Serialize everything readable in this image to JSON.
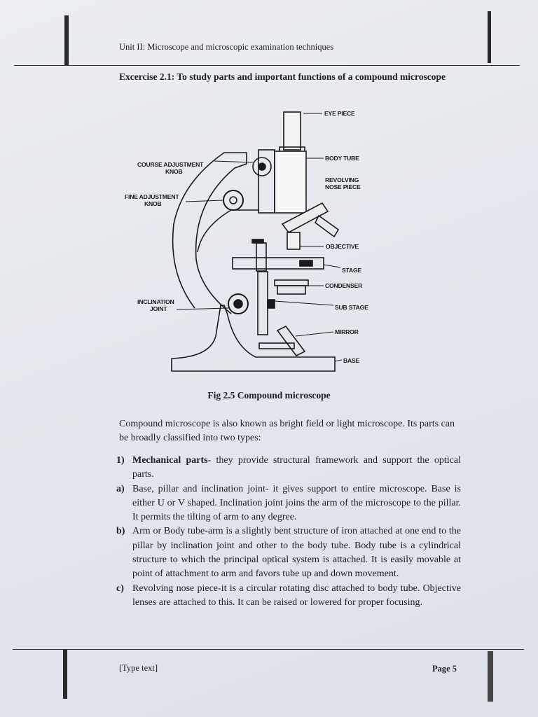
{
  "header": {
    "running_title": "Unit II: Microscope and microscopic examination techniques"
  },
  "exercise": {
    "title": "Excercise 2.1: To study parts and important functions of a compound microscope"
  },
  "figure": {
    "labels": {
      "eye_piece": "EYE PIECE",
      "body_tube": "BODY TUBE",
      "revolving_line1": "REVOLVING",
      "revolving_line2": "NOSE PIECE",
      "objective": "OBJECTIVE",
      "stage": "STAGE",
      "condenser": "CONDENSER",
      "sub_stage": "SUB STAGE",
      "mirror": "MIRROR",
      "base": "BASE",
      "coarse_line1": "COURSE ADJUSTMENT",
      "coarse_line2": "KNOB",
      "fine_line1": "FINE ADJUSTMENT",
      "fine_line2": "KNOB",
      "inclination_line1": "INCLINATION",
      "inclination_line2": "JOINT"
    },
    "caption": "Fig 2.5 Compound microscope"
  },
  "intro": "Compound microscope is also known as bright field or light microscope. Its parts can be broadly classified into two types:",
  "list": [
    {
      "marker": "1)",
      "lead": "Mechanical parts",
      "text": "- they provide structural framework and support the optical parts."
    },
    {
      "marker": "a)",
      "lead": "",
      "text": "Base, pillar and inclination joint- it gives support to entire microscope. Base is either U or V shaped. Inclination joint joins the arm of the microscope to the pillar. It permits the tilting of arm to any degree."
    },
    {
      "marker": "b)",
      "lead": "",
      "text": "Arm or Body tube-arm is a slightly bent structure of iron attached at one end to the pillar by inclination joint and other to the body tube. Body tube is a cylindrical structure to which the principal optical system is attached. It is easily movable at point of attachment to arm and favors tube up and down movement."
    },
    {
      "marker": "c)",
      "lead": "",
      "text": "Revolving nose piece-it is a circular rotating disc attached to body tube. Objective lenses are attached to this. It can be raised or lowered for proper focusing."
    }
  ],
  "footer": {
    "left": "[Type text]",
    "right": "Page 5"
  }
}
